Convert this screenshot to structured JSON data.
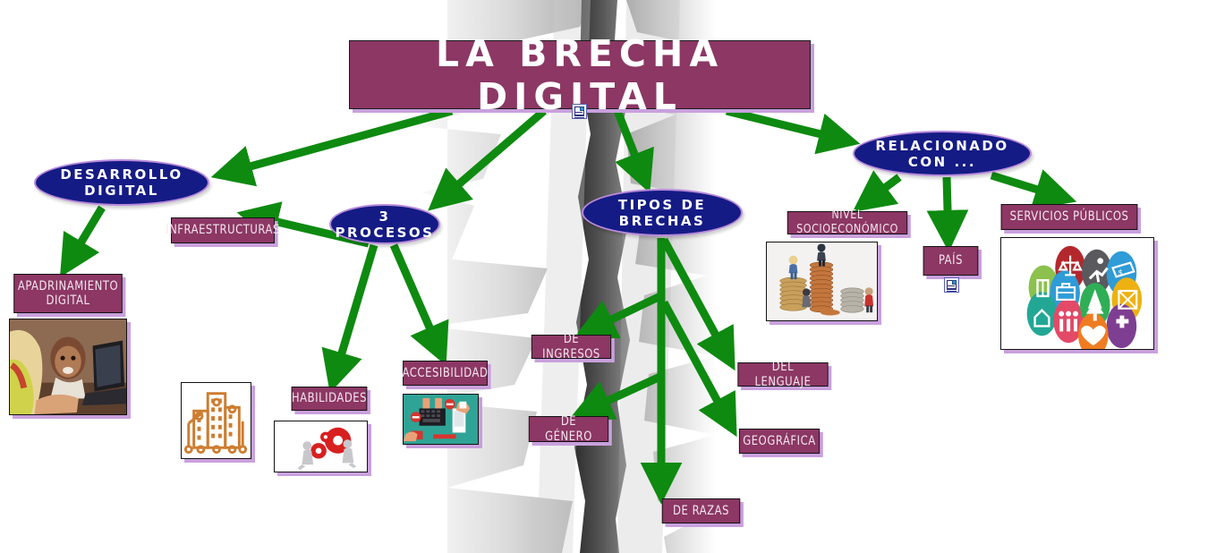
{
  "title": {
    "label": "LA BRECHA DIGITAL"
  },
  "colors": {
    "node_fill": "#8C3764",
    "ellipse_fill": "#151B85",
    "ellipse_border": "#B98BDB",
    "shadow": "#c9a0dd",
    "connector": "#0E8A10",
    "text": "#FFFFFF"
  },
  "branches": {
    "desarrollo": {
      "label": "DESARROLLO DIGITAL",
      "children": [
        {
          "label": "APADRINAMIENTO\nDIGITAL",
          "image": "photo-girls-laptop"
        }
      ]
    },
    "procesos": {
      "label": "3 PROCESOS",
      "children": [
        {
          "label": "INFRAESTRUCTURAS",
          "image": "buildings-icon"
        },
        {
          "label": "HABILIDADES",
          "image": "gears-people-icon"
        },
        {
          "label": "ACCESIBILIDAD",
          "image": "accessibility-devices-icon"
        }
      ]
    },
    "tipos": {
      "label": "TIPOS DE BRECHAS",
      "children": [
        {
          "label": "DE INGRESOS"
        },
        {
          "label": "DE GÉNERO"
        },
        {
          "label": "DEL LENGUAJE"
        },
        {
          "label": "GEOGRÁFICA"
        },
        {
          "label": "DE RAZAS"
        }
      ]
    },
    "relacionado": {
      "label": "RELACIONADO CON ...",
      "children": [
        {
          "label": "NIVEL SOCIOECONÓMICO",
          "image": "coins-figures-photo"
        },
        {
          "label": "PAÍS",
          "note": "note-icon"
        },
        {
          "label": "SERVICIOS PÚBLICOS",
          "image": "public-services-icons"
        }
      ]
    }
  },
  "notes": [
    {
      "name": "title-note",
      "icon": "note-icon"
    },
    {
      "name": "pais-note",
      "icon": "note-icon"
    }
  ],
  "background": {
    "image": "ground-crack-chasm-grayscale"
  }
}
